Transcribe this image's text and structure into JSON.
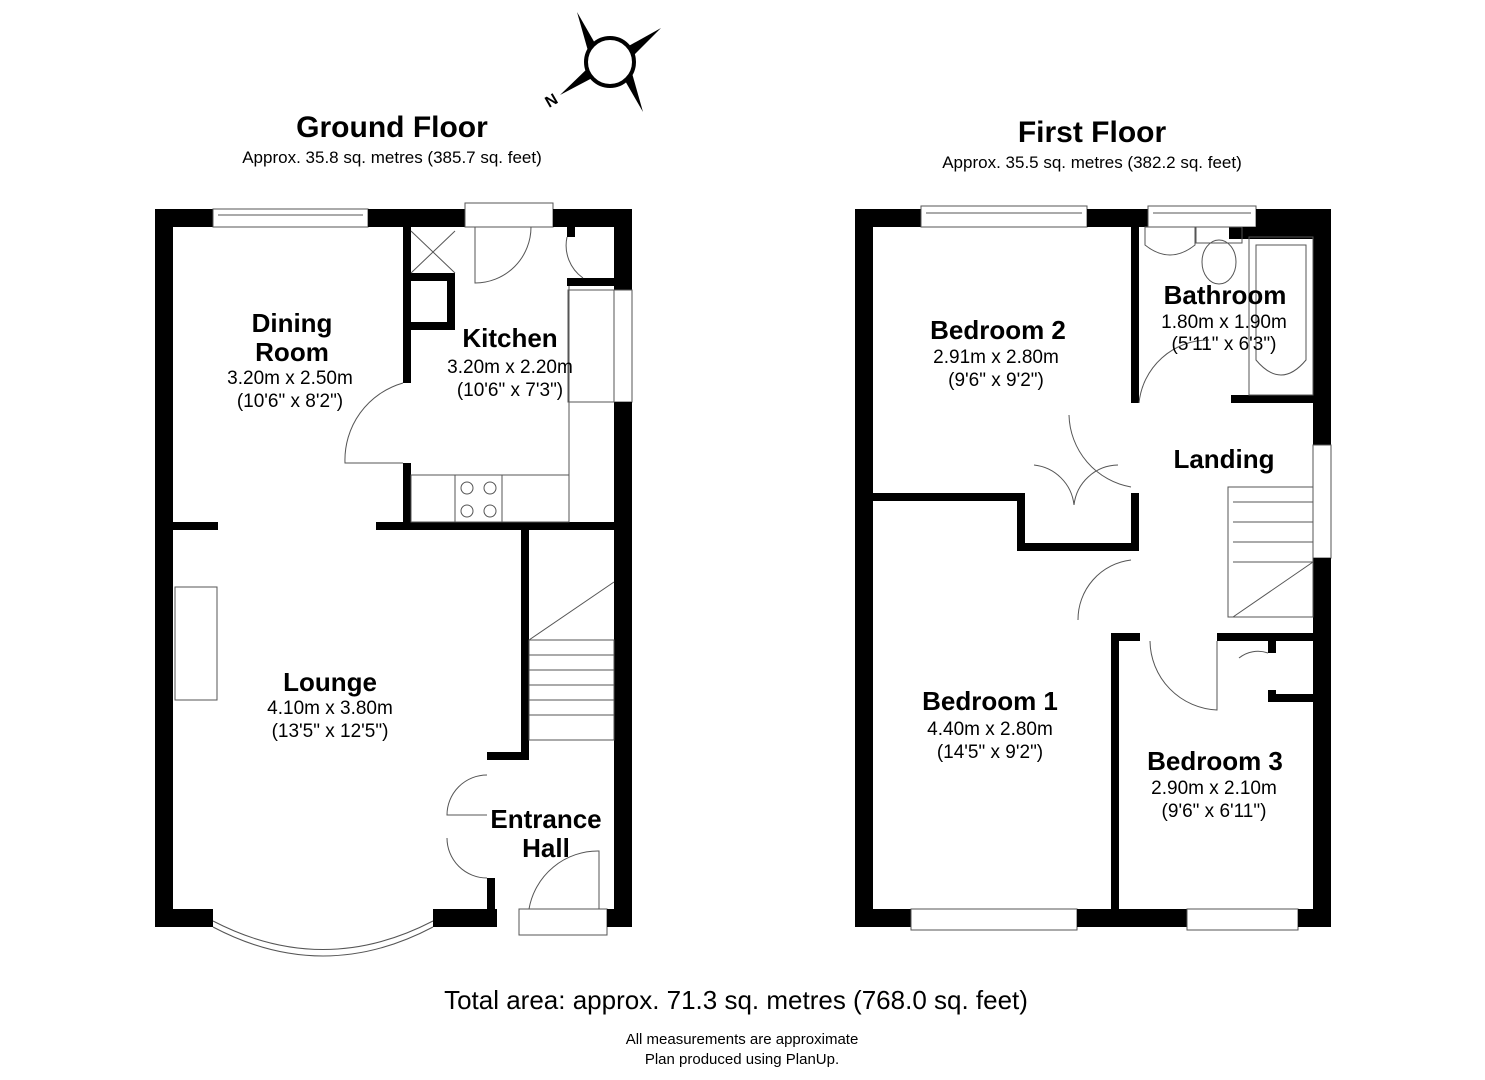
{
  "compass": {
    "north_label": "N"
  },
  "ground_floor": {
    "title": "Ground Floor",
    "area": "Approx. 35.8 sq. metres (385.7 sq. feet)",
    "rooms": [
      {
        "name_lines": [
          "Dining",
          "Room"
        ],
        "metric": "3.20m x 2.50m",
        "imperial": "(10'6\" x 8'2\")"
      },
      {
        "name_lines": [
          "Kitchen"
        ],
        "metric": "3.20m x 2.20m",
        "imperial": "(10'6\" x 7'3\")"
      },
      {
        "name_lines": [
          "Lounge"
        ],
        "metric": "4.10m x 3.80m",
        "imperial": "(13'5\" x 12'5\")"
      },
      {
        "name_lines": [
          "Entrance",
          "Hall"
        ]
      }
    ]
  },
  "first_floor": {
    "title": "First Floor",
    "area": "Approx. 35.5 sq. metres (382.2 sq. feet)",
    "rooms": [
      {
        "name_lines": [
          "Bedroom 2"
        ],
        "metric": "2.91m x 2.80m",
        "imperial": "(9'6\" x 9'2\")"
      },
      {
        "name_lines": [
          "Bathroom"
        ],
        "metric": "1.80m x 1.90m",
        "imperial": "(5'11\" x 6'3\")"
      },
      {
        "name_lines": [
          "Landing"
        ]
      },
      {
        "name_lines": [
          "Bedroom 1"
        ],
        "metric": "4.40m x 2.80m",
        "imperial": "(14'5\" x 9'2\")"
      },
      {
        "name_lines": [
          "Bedroom 3"
        ],
        "metric": "2.90m x 2.10m",
        "imperial": "(9'6\" x 6'11\")"
      }
    ]
  },
  "footer": {
    "total": "Total area: approx. 71.3 sq. metres (768.0 sq. feet)",
    "note1": "All measurements are approximate",
    "note2": "Plan produced using PlanUp."
  }
}
